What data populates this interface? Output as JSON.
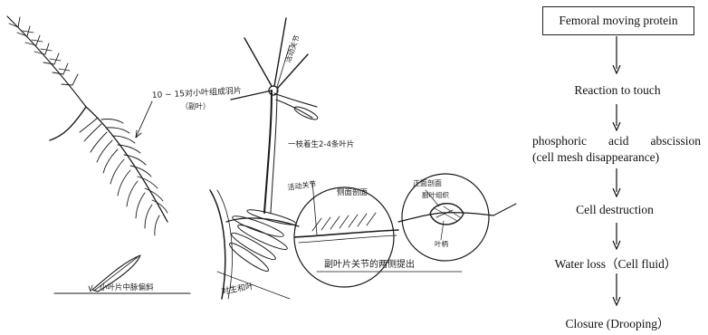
{
  "sketch_labels": {
    "label_pinnae": "10 ~ 15对小叶组成羽片",
    "label_pinnae_sub": "（副叶）",
    "label_joint_top": "活动关节",
    "label_petiole": "一枝着生2-4条叶片",
    "label_leaflet": "小叶片中脉偏斜",
    "label_opposite": "对生和叶",
    "label_joint_mid": "活动关节",
    "label_cross_left": "侧面剖面",
    "label_cross_right_a": "正面剖面",
    "label_cross_right_b": "副叶组织",
    "label_cross_right_c": "叶柄",
    "label_bottom": "副叶片关节的两侧提出"
  },
  "flow": {
    "step1": "Femoral moving protein",
    "step2": "Reaction to touch",
    "step3_line1": [
      "phosphoric",
      "acid",
      "abscission"
    ],
    "step3_line2": "(cell mesh disappearance)",
    "step4": "Cell destruction",
    "step5": "Water loss（Cell fluid）",
    "step6": "Closure (Drooping）"
  }
}
